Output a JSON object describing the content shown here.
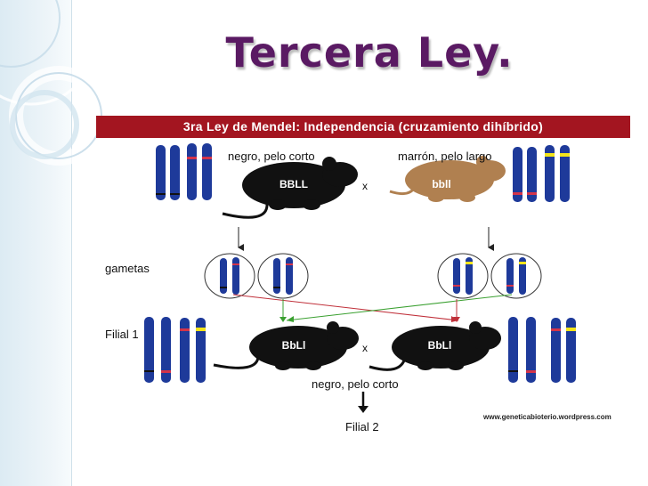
{
  "slide": {
    "title": "Tercera Ley.",
    "banner": "3ra Ley de Mendel: Independencia (cruzamiento dihíbrido)",
    "credit": "www.geneticabioterio.wordpress.com"
  },
  "diagram": {
    "parent_left": {
      "phenotype": "negro, pelo corto",
      "genotype": "BBLL"
    },
    "parent_right": {
      "phenotype": "marrón, pelo largo",
      "genotype": "bbll"
    },
    "cross_symbol": "x",
    "gametes_label": "gametas",
    "f1_label": "Filial 1",
    "f1_left_genotype": "BbLl",
    "f1_right_genotype": "BbLl",
    "f1_phenotype": "negro, pelo corto",
    "f2_label": "Filial 2"
  },
  "colors": {
    "title": "#5a1a63",
    "banner": "#a31520",
    "chromosome": "#1e3a9a",
    "allele_red": "#d3344a",
    "allele_yellow": "#f2e41a",
    "mouse_black": "#111111",
    "mouse_brown": "#b08050",
    "arrow_red": "#c0303a",
    "arrow_green": "#3aa030"
  }
}
